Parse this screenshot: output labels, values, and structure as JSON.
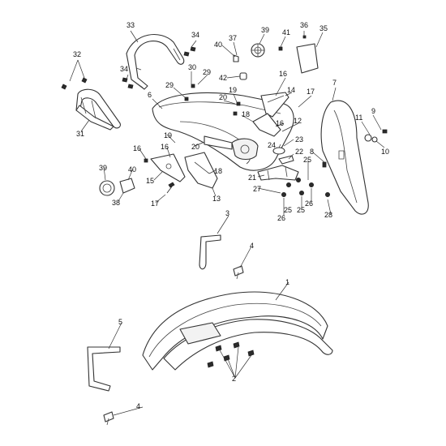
{
  "callouts": [
    {
      "n": "33"
    },
    {
      "n": "34"
    },
    {
      "n": "32"
    },
    {
      "n": "34"
    },
    {
      "n": "31"
    },
    {
      "n": "40"
    },
    {
      "n": "37"
    },
    {
      "n": "39"
    },
    {
      "n": "41"
    },
    {
      "n": "36"
    },
    {
      "n": "35"
    },
    {
      "n": "30"
    },
    {
      "n": "29"
    },
    {
      "n": "29"
    },
    {
      "n": "42"
    },
    {
      "n": "6"
    },
    {
      "n": "20"
    },
    {
      "n": "19"
    },
    {
      "n": "16"
    },
    {
      "n": "14"
    },
    {
      "n": "17"
    },
    {
      "n": "7"
    },
    {
      "n": "18"
    },
    {
      "n": "16"
    },
    {
      "n": "12"
    },
    {
      "n": "9"
    },
    {
      "n": "11"
    },
    {
      "n": "10"
    },
    {
      "n": "19"
    },
    {
      "n": "20"
    },
    {
      "n": "16"
    },
    {
      "n": "16"
    },
    {
      "n": "23"
    },
    {
      "n": "24"
    },
    {
      "n": "22"
    },
    {
      "n": "8"
    },
    {
      "n": "18"
    },
    {
      "n": "25"
    },
    {
      "n": "15"
    },
    {
      "n": "21"
    },
    {
      "n": "39"
    },
    {
      "n": "40"
    },
    {
      "n": "17"
    },
    {
      "n": "13"
    },
    {
      "n": "27"
    },
    {
      "n": "38"
    },
    {
      "n": "25"
    },
    {
      "n": "26"
    },
    {
      "n": "26"
    },
    {
      "n": "25"
    },
    {
      "n": "28"
    },
    {
      "n": "3"
    },
    {
      "n": "4"
    },
    {
      "n": "1"
    },
    {
      "n": "5"
    },
    {
      "n": "2"
    },
    {
      "n": "4"
    }
  ]
}
